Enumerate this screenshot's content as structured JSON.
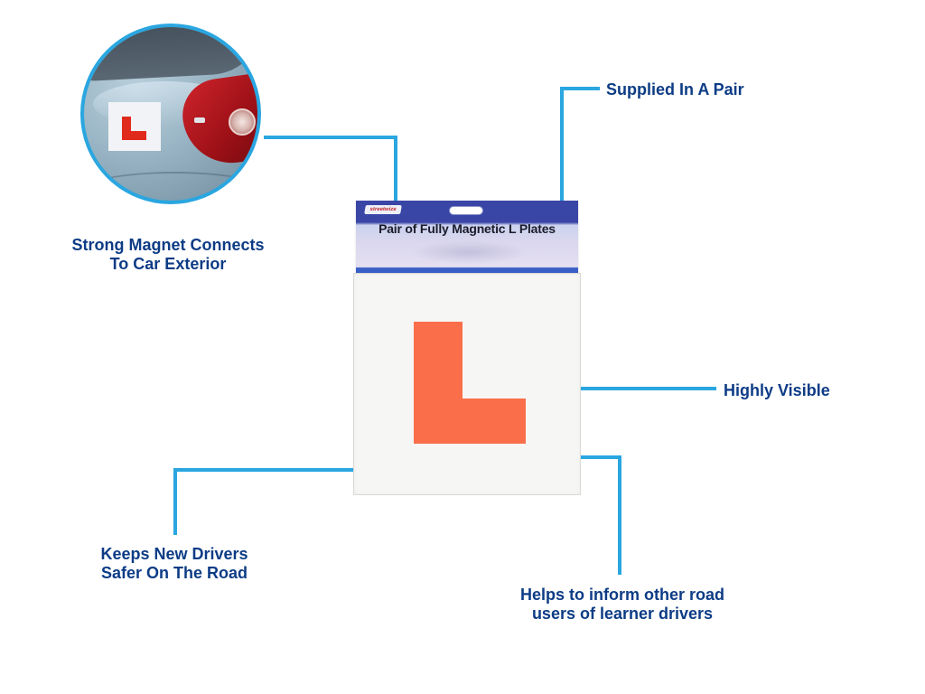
{
  "product": {
    "brand": "streetwize",
    "card_title": "Pair of Fully Magnetic L Plates",
    "plate_letter": "L",
    "colors": {
      "l_plate_red": "#fa6f4a",
      "card_blue": "#3a46a6",
      "callout_line": "#2aa6e0",
      "callout_text": "#0d3c86"
    }
  },
  "callouts": {
    "magnet": {
      "line1": "Strong Magnet Connects",
      "line2": "To Car Exterior"
    },
    "pair": {
      "text": "Supplied In A Pair"
    },
    "visible": {
      "text": "Highly Visible"
    },
    "safer": {
      "line1": "Keeps New Drivers",
      "line2": "Safer On The Road"
    },
    "inform": {
      "line1": "Helps to inform other road",
      "line2": "users of learner drivers"
    }
  },
  "inset_photo": {
    "description": "car-rear-with-l-plate",
    "plate_letter": "L"
  }
}
